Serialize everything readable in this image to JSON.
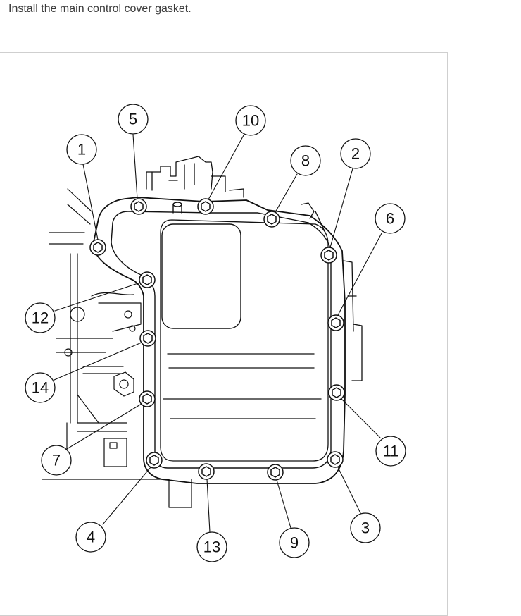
{
  "instruction": "Install the main control cover gasket.",
  "callouts": [
    {
      "id": "1",
      "label": "1"
    },
    {
      "id": "2",
      "label": "2"
    },
    {
      "id": "3",
      "label": "3"
    },
    {
      "id": "4",
      "label": "4"
    },
    {
      "id": "5",
      "label": "5"
    },
    {
      "id": "6",
      "label": "6"
    },
    {
      "id": "7",
      "label": "7"
    },
    {
      "id": "8",
      "label": "8"
    },
    {
      "id": "9",
      "label": "9"
    },
    {
      "id": "10",
      "label": "10"
    },
    {
      "id": "11",
      "label": "11"
    },
    {
      "id": "12",
      "label": "12"
    },
    {
      "id": "13",
      "label": "13"
    },
    {
      "id": "14",
      "label": "14"
    }
  ]
}
